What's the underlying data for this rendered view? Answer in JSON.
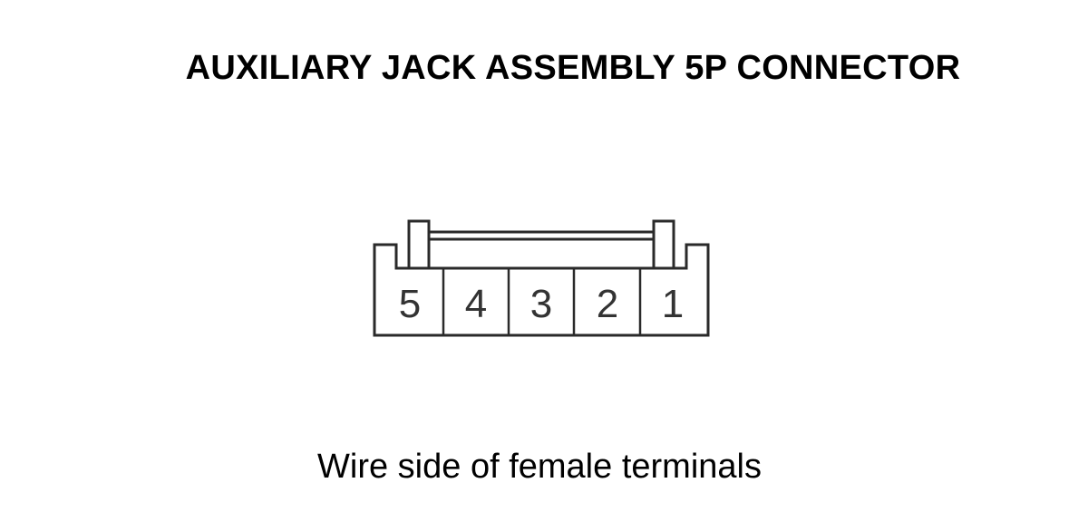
{
  "diagram": {
    "title": "AUXILIARY JACK ASSEMBLY 5P CONNECTOR",
    "caption": "Wire side of female terminals",
    "terminals": [
      "5",
      "4",
      "3",
      "2",
      "1"
    ],
    "colors": {
      "stroke": "#2a2a2a",
      "text": "#000000",
      "terminal_text": "#333333",
      "background": "#ffffff"
    }
  }
}
